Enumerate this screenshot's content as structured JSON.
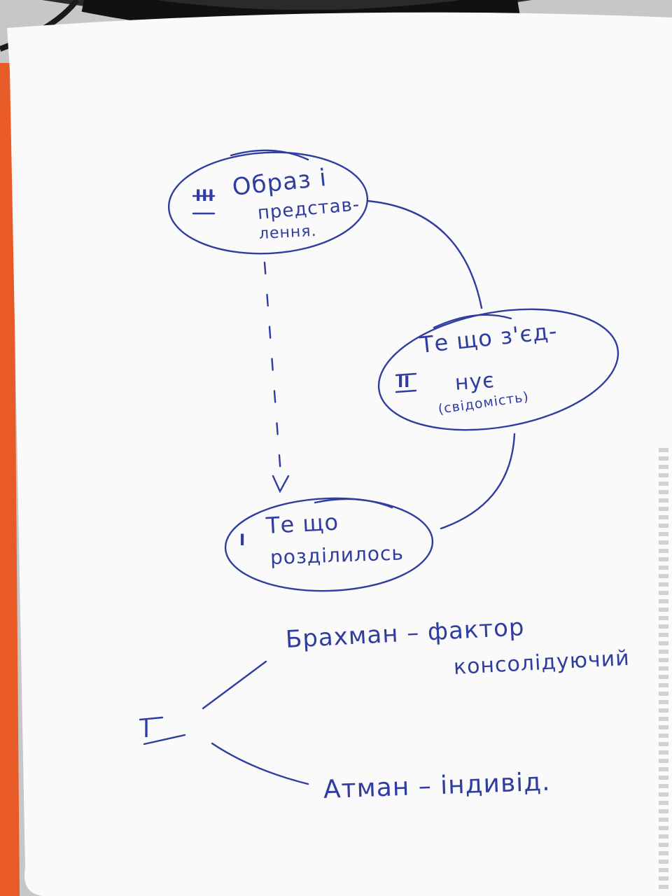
{
  "notes": {
    "ellipse_three": {
      "numeral": "III",
      "line1": "Образ і",
      "line2": "представ-",
      "line3": "лення."
    },
    "ellipse_two": {
      "numeral": "II",
      "line1": "Те що з'єд-",
      "line2": "нує",
      "line3": "(свідомість)"
    },
    "ellipse_one": {
      "numeral": "I",
      "line1": "Те що",
      "line2": "розділилось"
    },
    "branch_root": {
      "numeral": "I"
    },
    "branch_upper": {
      "line1": "Брахман – фактор",
      "line2": "консолідуючий"
    },
    "branch_lower": {
      "line1": "Атман – індивід."
    }
  },
  "ink_color": "#2f3da0"
}
